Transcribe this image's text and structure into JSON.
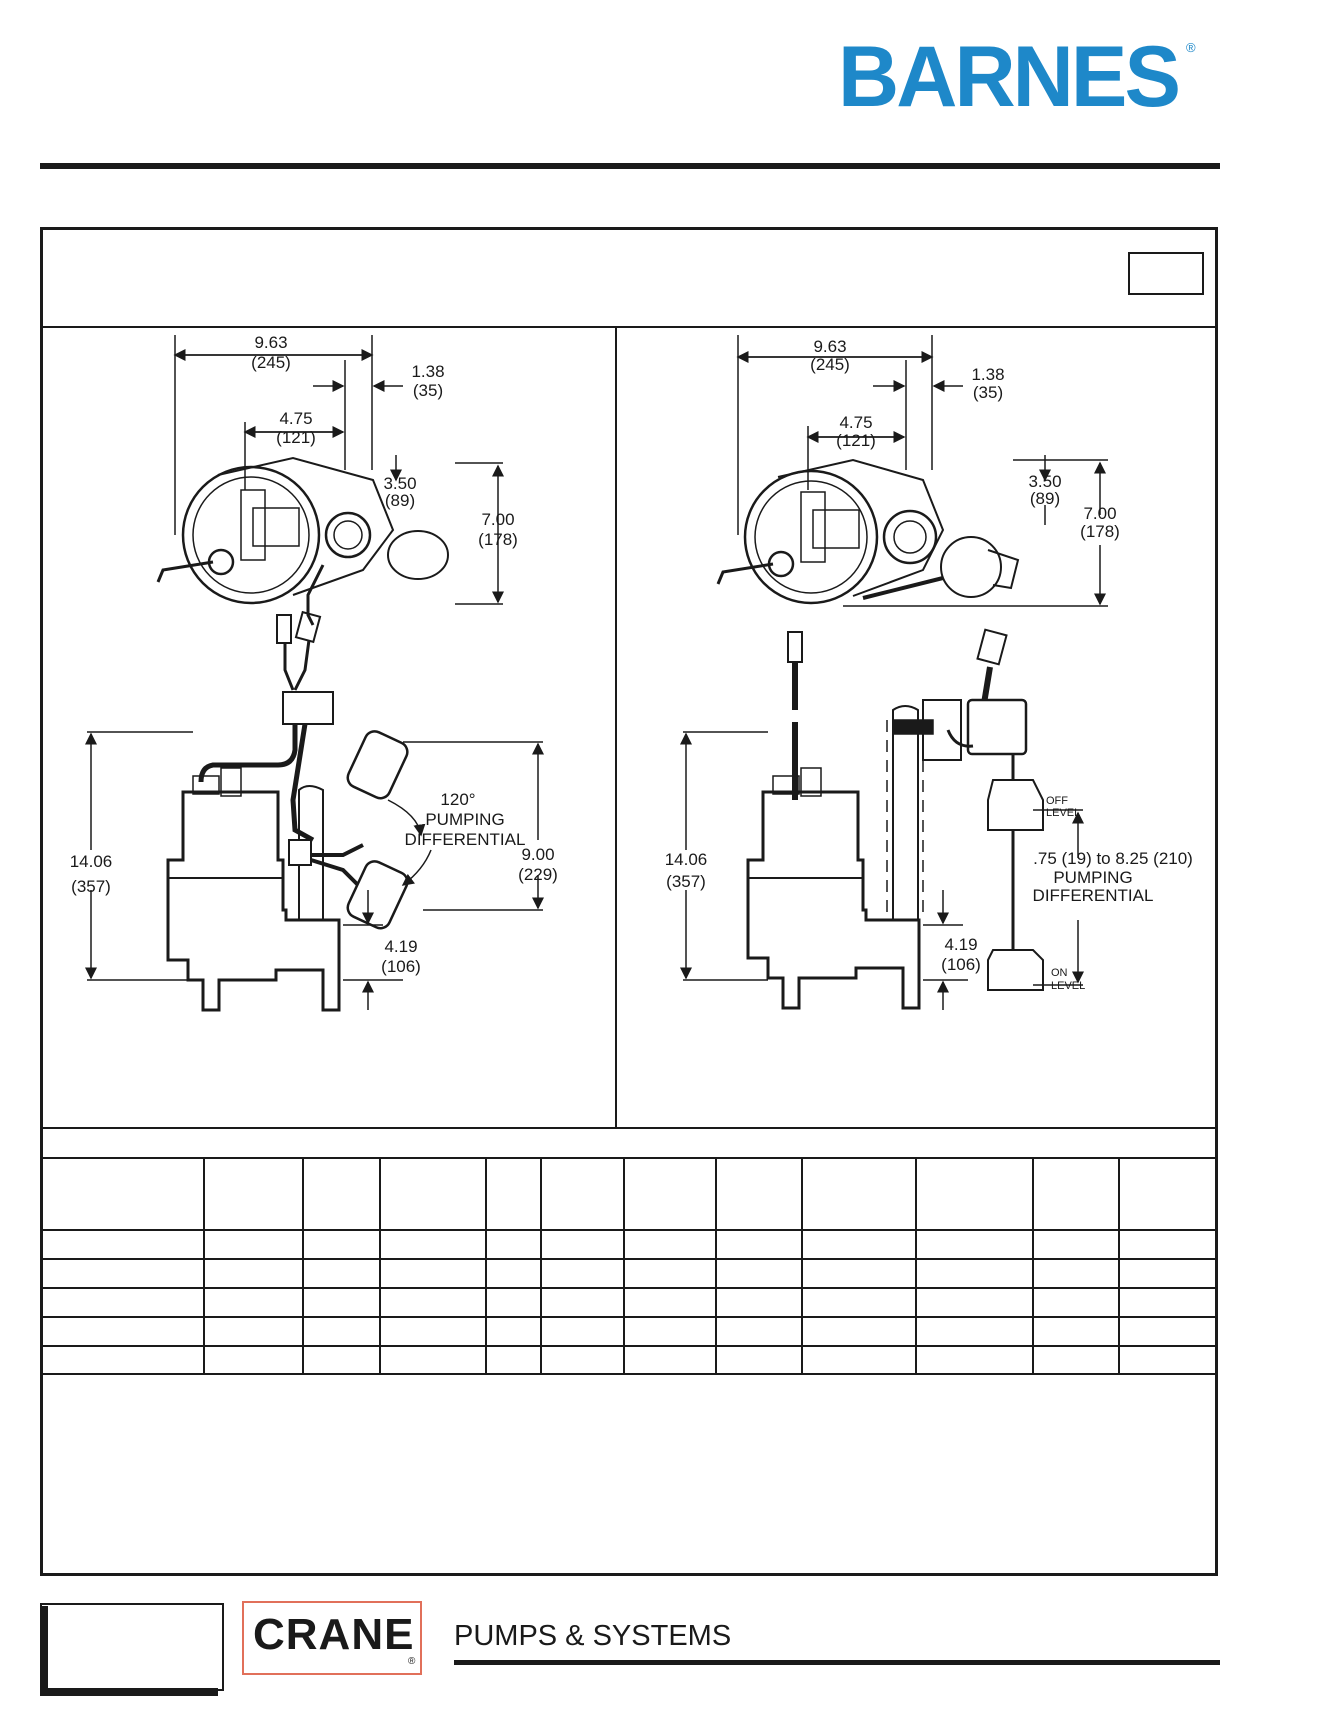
{
  "brand": {
    "name": "BARNES",
    "reg": "®",
    "color": "#1e88c9"
  },
  "footer": {
    "logo": "CRANE",
    "logo_reg": "®",
    "tagline": "PUMPS & SYSTEMS",
    "logo_border_color": "#e1705a"
  },
  "left_drawing": {
    "top_view": {
      "overall_width": "9.63",
      "overall_width_mm": "(245)",
      "offset_a": "1.38",
      "offset_a_mm": "(35)",
      "center_offset": "4.75",
      "center_offset_mm": "(121)",
      "half_depth": "3.50",
      "half_depth_mm": "(89)",
      "depth": "7.00",
      "depth_mm": "(178)"
    },
    "side_view": {
      "height": "14.06",
      "height_mm": "(357)",
      "angle": "120°",
      "diff_line1": "PUMPING",
      "diff_line2": "DIFFERENTIAL",
      "float_range": "9.00",
      "float_range_mm": "(229)",
      "discharge_height": "4.19",
      "discharge_height_mm": "(106)"
    }
  },
  "right_drawing": {
    "top_view": {
      "overall_width": "9.63",
      "overall_width_mm": "(245)",
      "offset_a": "1.38",
      "offset_a_mm": "(35)",
      "center_offset": "4.75",
      "center_offset_mm": "(121)",
      "half_depth": "3.50",
      "half_depth_mm": "(89)",
      "depth": "7.00",
      "depth_mm": "(178)"
    },
    "side_view": {
      "height": "14.06",
      "height_mm": "(357)",
      "off_line1": "OFF",
      "off_line2": "LEVEL",
      "diff_range": ".75 (19) to 8.25 (210)",
      "diff_line1": "PUMPING",
      "diff_line2": "DIFFERENTIAL",
      "on_line1": "ON",
      "on_line2": "LEVEL",
      "discharge_height": "4.19",
      "discharge_height_mm": "(106)"
    }
  }
}
